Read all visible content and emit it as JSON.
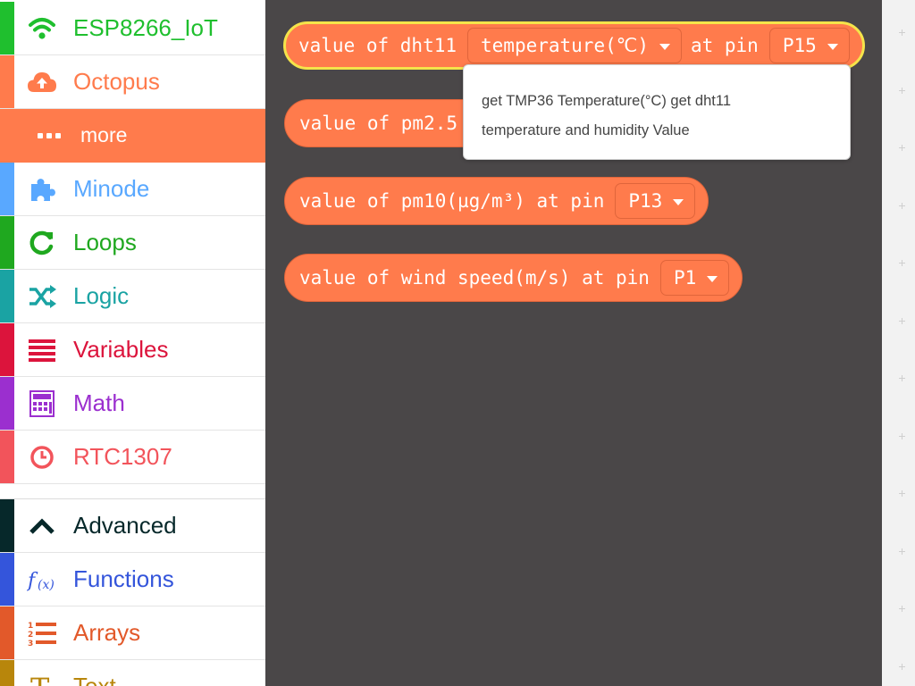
{
  "sidebar": {
    "categories": [
      {
        "label": "ESP8266_IoT",
        "icon": "wifi-icon",
        "color": "#1fbf2e",
        "bar": "#1fbf2e"
      },
      {
        "label": "Octopus",
        "icon": "cloud-upload-icon",
        "color": "#ff7b4c",
        "bar": "#ff7b4c"
      },
      {
        "label": "more",
        "icon": "ellipsis-icon",
        "color": "#ffffff",
        "bar": "#ff7b4c"
      },
      {
        "label": "Minode",
        "icon": "puzzle-icon",
        "color": "#59a8ff",
        "bar": "#59a8ff"
      },
      {
        "label": "Loops",
        "icon": "refresh-icon",
        "color": "#1fa81f",
        "bar": "#1fa81f"
      },
      {
        "label": "Logic",
        "icon": "shuffle-icon",
        "color": "#1aa3a3",
        "bar": "#1aa3a3"
      },
      {
        "label": "Variables",
        "icon": "list-lines-icon",
        "color": "#dc143c",
        "bar": "#dc143c"
      },
      {
        "label": "Math",
        "icon": "calculator-icon",
        "color": "#9b2fcf",
        "bar": "#9b2fcf"
      },
      {
        "label": "RTC1307",
        "icon": "clock-icon",
        "color": "#f2545b",
        "bar": "#f2545b"
      },
      {
        "label": "Advanced",
        "icon": "chevron-up-icon",
        "color": "#06282a",
        "bar": "#06282a"
      },
      {
        "label": "Functions",
        "icon": "function-icon",
        "color": "#3455db",
        "bar": "#3455db"
      },
      {
        "label": "Arrays",
        "icon": "numbered-list-icon",
        "color": "#e2592a",
        "bar": "#e2592a"
      },
      {
        "label": "Text",
        "icon": "text-icon",
        "color": "#b8860b",
        "bar": "#b8860b"
      }
    ]
  },
  "blocks": [
    {
      "text1": "value of dht11",
      "dd1": "temperature(℃)",
      "text2": "at pin",
      "dd2": "P15"
    },
    {
      "text1": "value of pm2.5"
    },
    {
      "text1": "value of pm10(µg/m³) at pin",
      "dd1": "P13"
    },
    {
      "text1": "value of wind speed(m/s) at pin",
      "dd1": "P1"
    }
  ],
  "tooltip": {
    "line1": "get TMP36 Temperature(°C) get dht11",
    "line2": "temperature and humidity Value"
  },
  "colors": {
    "block": "#ff7b4c",
    "workspace": "#4a4748",
    "selection": "#f5e44a"
  }
}
